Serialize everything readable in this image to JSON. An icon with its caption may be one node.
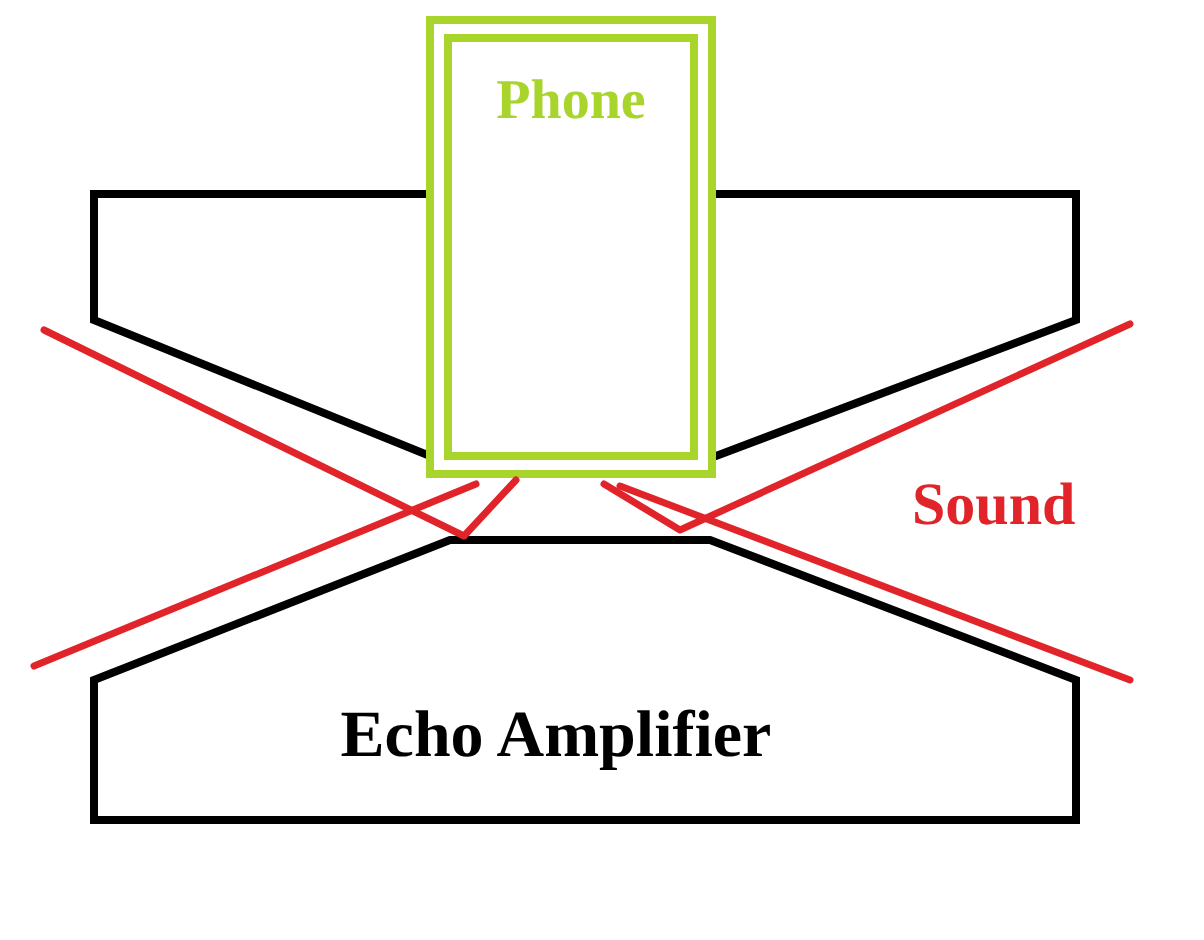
{
  "diagram": {
    "nodes": [
      {
        "text": [
          "Phone"
        ]
      },
      {
        "text": [],
        "shape": "trapezoid"
      },
      {
        "text": [
          "Echo Amplifier"
        ]
      }
    ],
    "labels": [
      "Sound"
    ]
  }
}
